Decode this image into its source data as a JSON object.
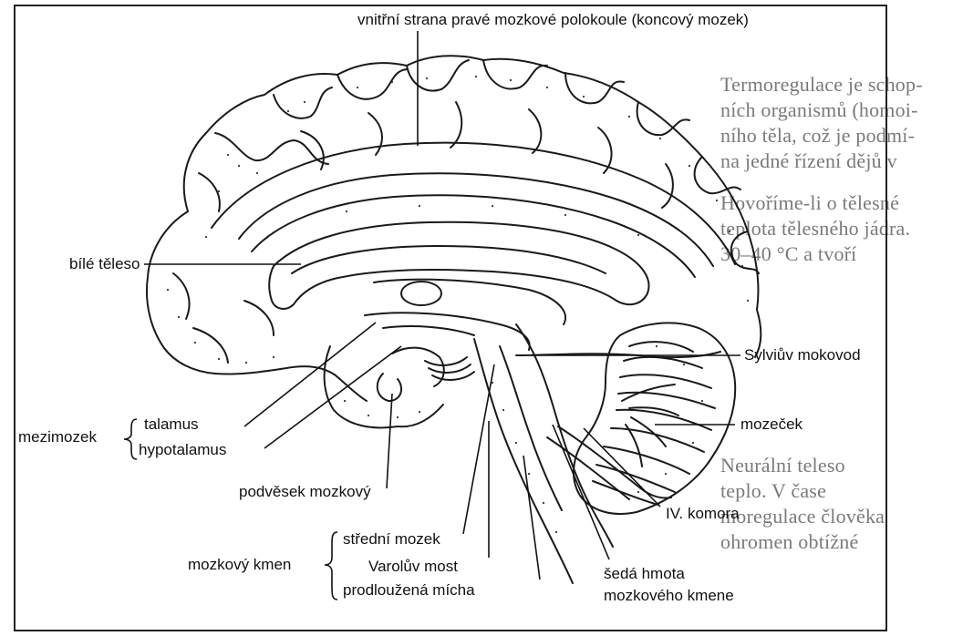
{
  "labels": {
    "top": "vnitřní strana pravé mozkové polokoule (koncový mozek)",
    "bile_teleso": "bílé těleso",
    "mezimozek": "mezimozek",
    "talamus": "talamus",
    "hypotalamus": "hypotalamus",
    "podvesek": "podvěsek mozkový",
    "kmen": "mozkový kmen",
    "stredni": "střední mozek",
    "varoluv": "Varolův most",
    "micha": "prodloužená mícha",
    "sylviuv": "Sylviův mokovod",
    "mozecek": "mozeček",
    "komora": "IV. komora",
    "seda1": "šedá hmota",
    "seda2": "mozkového kmene"
  },
  "background_text": [
    "Termoregulace je schop-",
    "ních organismů (homoi-",
    "ního těla, což je podmí-",
    "na jedné řízení dějů v",
    "Hovoříme-li o tělesné",
    "teplota tělesného jádra.",
    "30–40 °C a tvoří",
    "Neurální teleso",
    "teplo. V čase",
    "moregulace člověka",
    "ohromen obtížné"
  ],
  "colors": {
    "frame": "#222222",
    "ink": "#1a1a1a",
    "ghost": "#7a7a7a"
  }
}
